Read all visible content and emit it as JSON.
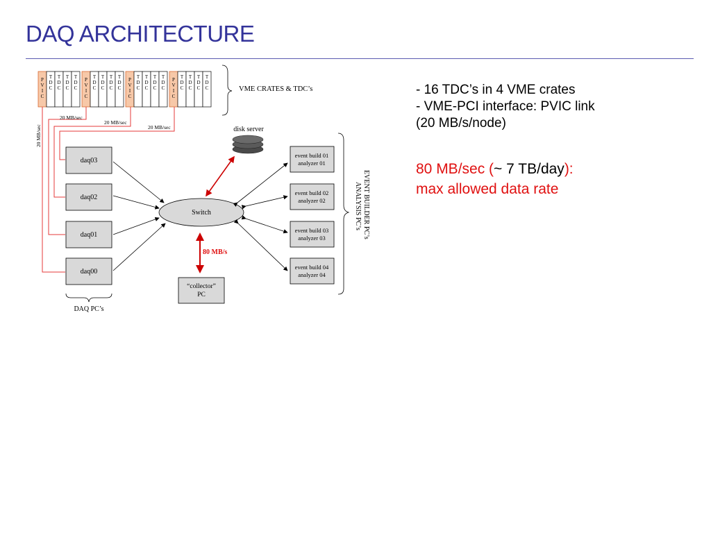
{
  "slide": {
    "title": "DAQ ARCHITECTURE"
  },
  "bullets": {
    "line1": "- 16 TDC’s in 4 VME crates",
    "line2": "- VME-PCI interface: PVIC link",
    "line3": "(20 MB/s/node)",
    "rate_a": "80 MB/sec (",
    "rate_b": "~ 7 TB/day",
    "rate_c": "):",
    "rate_d": "max allowed data rate"
  },
  "diagram": {
    "crates_label": "VME CRATES & TDC’s",
    "pvic_letters": [
      "P",
      "V",
      "I",
      "C"
    ],
    "tdc_letters": [
      "T",
      "D",
      "C"
    ],
    "link_labels": [
      "20 MB/sec",
      "20 MB/sec",
      "20 MB/sec",
      "20 MB/sec"
    ],
    "daq_pcs": [
      "daq03",
      "daq02",
      "daq01",
      "daq00"
    ],
    "daq_pcs_label": "DAQ PC’s",
    "switch_label": "Switch",
    "disk_server_label": "disk server",
    "collector_line1": "“collector”",
    "collector_line2": "PC",
    "collector_rate": "80 MB/s",
    "event_builders": [
      {
        "line1": "event build 01",
        "line2": "analyzer 01"
      },
      {
        "line1": "event build 02",
        "line2": "analyzer 02"
      },
      {
        "line1": "event build 03",
        "line2": "analyzer 03"
      },
      {
        "line1": "event build 04",
        "line2": "analyzer 04"
      }
    ],
    "eb_side_label_1": "EVENT BUILDER PC’s",
    "eb_side_label_2": "ANALYSIS PC’s"
  },
  "colors": {
    "title": "#33339a",
    "pvic_fill": "#f7c8a8",
    "link_line": "#e63a3a",
    "box_fill": "#d9d9d9",
    "accent_red": "#e01010"
  }
}
